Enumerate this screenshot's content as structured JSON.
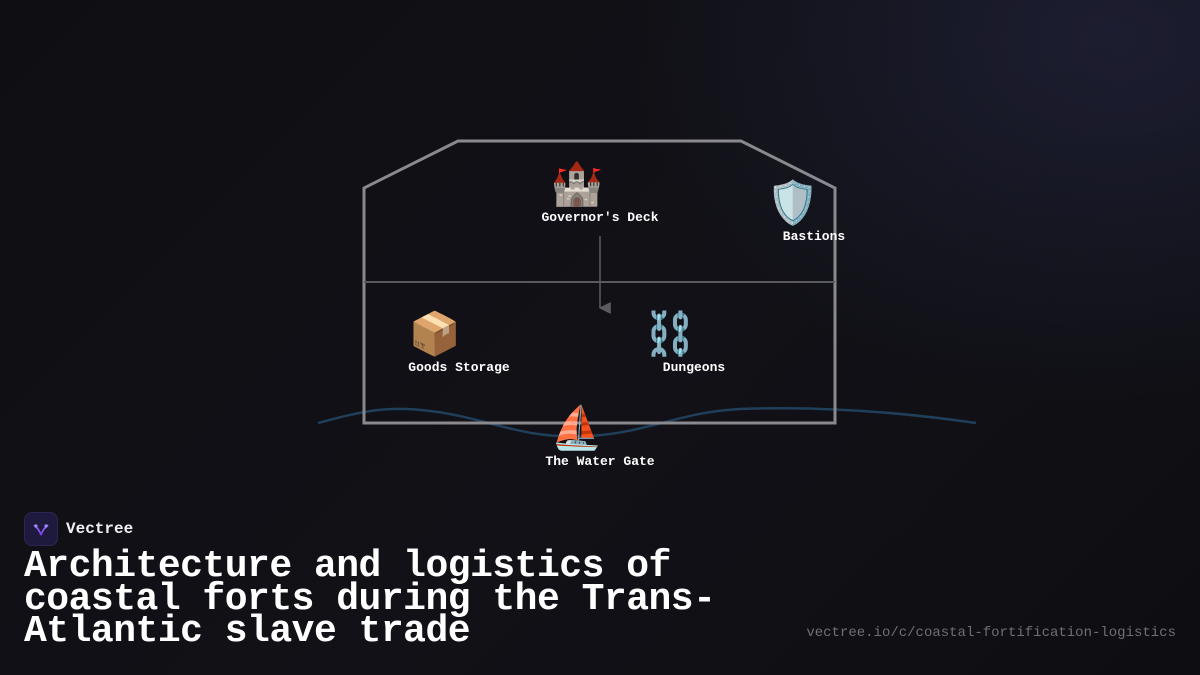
{
  "diagram": {
    "nodes": {
      "governors_deck": {
        "emoji": "🏰",
        "label": "Governor's Deck"
      },
      "bastions": {
        "emoji": "🛡️",
        "label": "Bastions"
      },
      "goods_storage": {
        "emoji": "📦",
        "label": "Goods Storage"
      },
      "dungeons": {
        "emoji": "⛓️",
        "label": "Dungeons"
      },
      "water_gate": {
        "emoji": "⛵",
        "label": "The Water Gate"
      }
    },
    "edges": [
      {
        "from": "Governor's Deck",
        "to": "Dungeons",
        "style": "arrow"
      }
    ],
    "colors": {
      "fort_outline": "#8a8a8e",
      "floor_line": "#5a5a5e",
      "arrow": "#5c5c60",
      "water": "#1f3f5a"
    }
  },
  "brand": {
    "name": "Vectree",
    "logo_icon": "vectree-logo-icon",
    "logo_color": "#8b5cf6"
  },
  "footer": {
    "title": "Architecture and logistics of coastal forts during the Trans-Atlantic slave trade",
    "url": "vectree.io/c/coastal-fortification-logistics"
  }
}
